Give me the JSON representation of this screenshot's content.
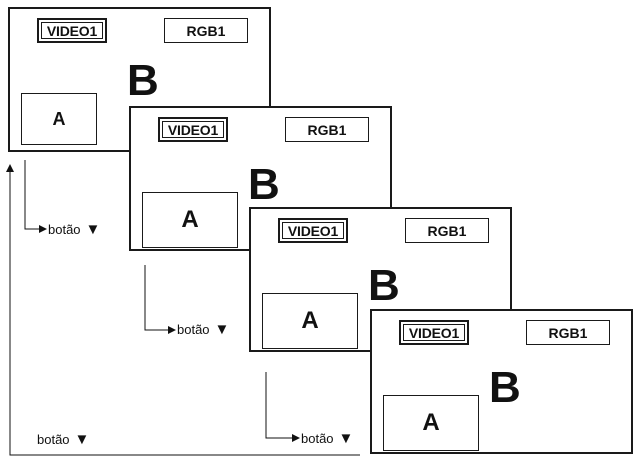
{
  "screens": [
    {
      "video_label": "VIDEO1",
      "rgb_label": "RGB1",
      "big_window": "B",
      "small_window": "A"
    },
    {
      "video_label": "VIDEO1",
      "rgb_label": "RGB1",
      "big_window": "B",
      "small_window": "A"
    },
    {
      "video_label": "VIDEO1",
      "rgb_label": "RGB1",
      "big_window": "B",
      "small_window": "A"
    },
    {
      "video_label": "VIDEO1",
      "rgb_label": "RGB1",
      "big_window": "B",
      "small_window": "A"
    }
  ],
  "steps": [
    {
      "label": "botão",
      "symbol": "▼"
    },
    {
      "label": "botão",
      "symbol": "▼"
    },
    {
      "label": "botão",
      "symbol": "▼"
    },
    {
      "label": "botão",
      "symbol": "▼"
    }
  ]
}
